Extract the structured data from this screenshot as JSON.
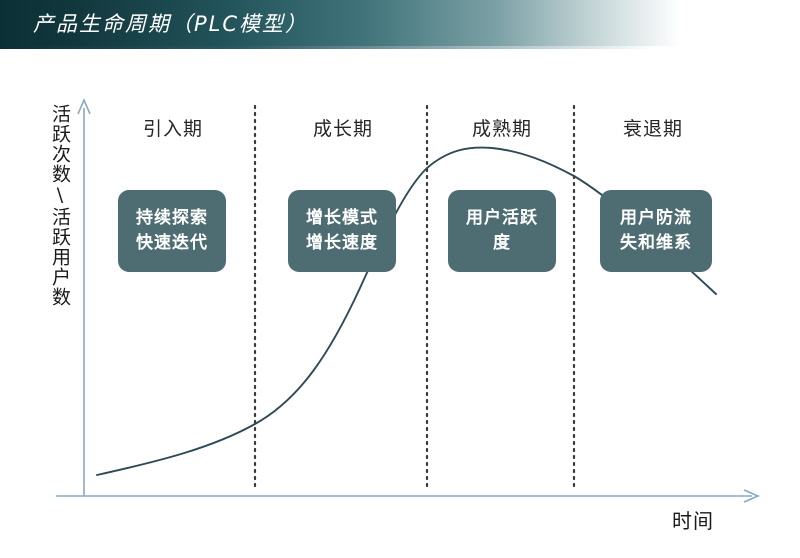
{
  "title": {
    "text": "产品生命周期（PLC模型）"
  },
  "axes": {
    "y_label": "活跃次数\\活跃用户数",
    "x_label": "时间"
  },
  "colors": {
    "title_gradient_start": "#0b3036",
    "title_gradient_end": "#ffffff",
    "box_fill": "#4d6d73",
    "box_text": "#ffffff",
    "axis_line": "#8aa9c4",
    "curve_line": "#2f4a55",
    "divider_line": "#3a3a3a",
    "background": "#ffffff"
  },
  "phases": [
    {
      "label": "引入期"
    },
    {
      "label": "成长期"
    },
    {
      "label": "成熟期"
    },
    {
      "label": "衰退期"
    }
  ],
  "callouts": [
    {
      "line1": "持续探索",
      "line2": "快速迭代"
    },
    {
      "line1": "增长模式",
      "line2": "增长速度"
    },
    {
      "line1": "用户活跃",
      "line2": "度"
    },
    {
      "line1": "用户防流",
      "line2": "失和维系"
    }
  ],
  "chart_data": {
    "type": "line",
    "title": "产品生命周期（PLC模型）",
    "xlabel": "时间",
    "ylabel": "活跃次数\\活跃用户数",
    "grid": false,
    "legend": "none",
    "axis_arrows": true,
    "categories": [
      "引入期",
      "成长期",
      "成熟期",
      "衰退期"
    ],
    "phase_boundaries_x": [
      255,
      427,
      574
    ],
    "series": [
      {
        "name": "活跃用户数",
        "comment": "S-shaped product life cycle curve: slow introduction, steep growth, plateau at maturity, decline",
        "points": [
          {
            "x": 97,
            "y": 475
          },
          {
            "x": 150,
            "y": 462
          },
          {
            "x": 200,
            "y": 447
          },
          {
            "x": 255,
            "y": 424
          },
          {
            "x": 300,
            "y": 390
          },
          {
            "x": 340,
            "y": 330
          },
          {
            "x": 370,
            "y": 265
          },
          {
            "x": 400,
            "y": 200
          },
          {
            "x": 427,
            "y": 168
          },
          {
            "x": 460,
            "y": 152
          },
          {
            "x": 490,
            "y": 148
          },
          {
            "x": 530,
            "y": 155
          },
          {
            "x": 574,
            "y": 176
          },
          {
            "x": 620,
            "y": 203
          },
          {
            "x": 670,
            "y": 250
          },
          {
            "x": 715,
            "y": 293
          }
        ]
      }
    ],
    "annotations": [
      {
        "text": "持续探索快速迭代",
        "phase": "引入期"
      },
      {
        "text": "增长模式增长速度",
        "phase": "成长期"
      },
      {
        "text": "用户活跃度",
        "phase": "成熟期"
      },
      {
        "text": "用户防流失和维系",
        "phase": "衰退期"
      }
    ]
  }
}
